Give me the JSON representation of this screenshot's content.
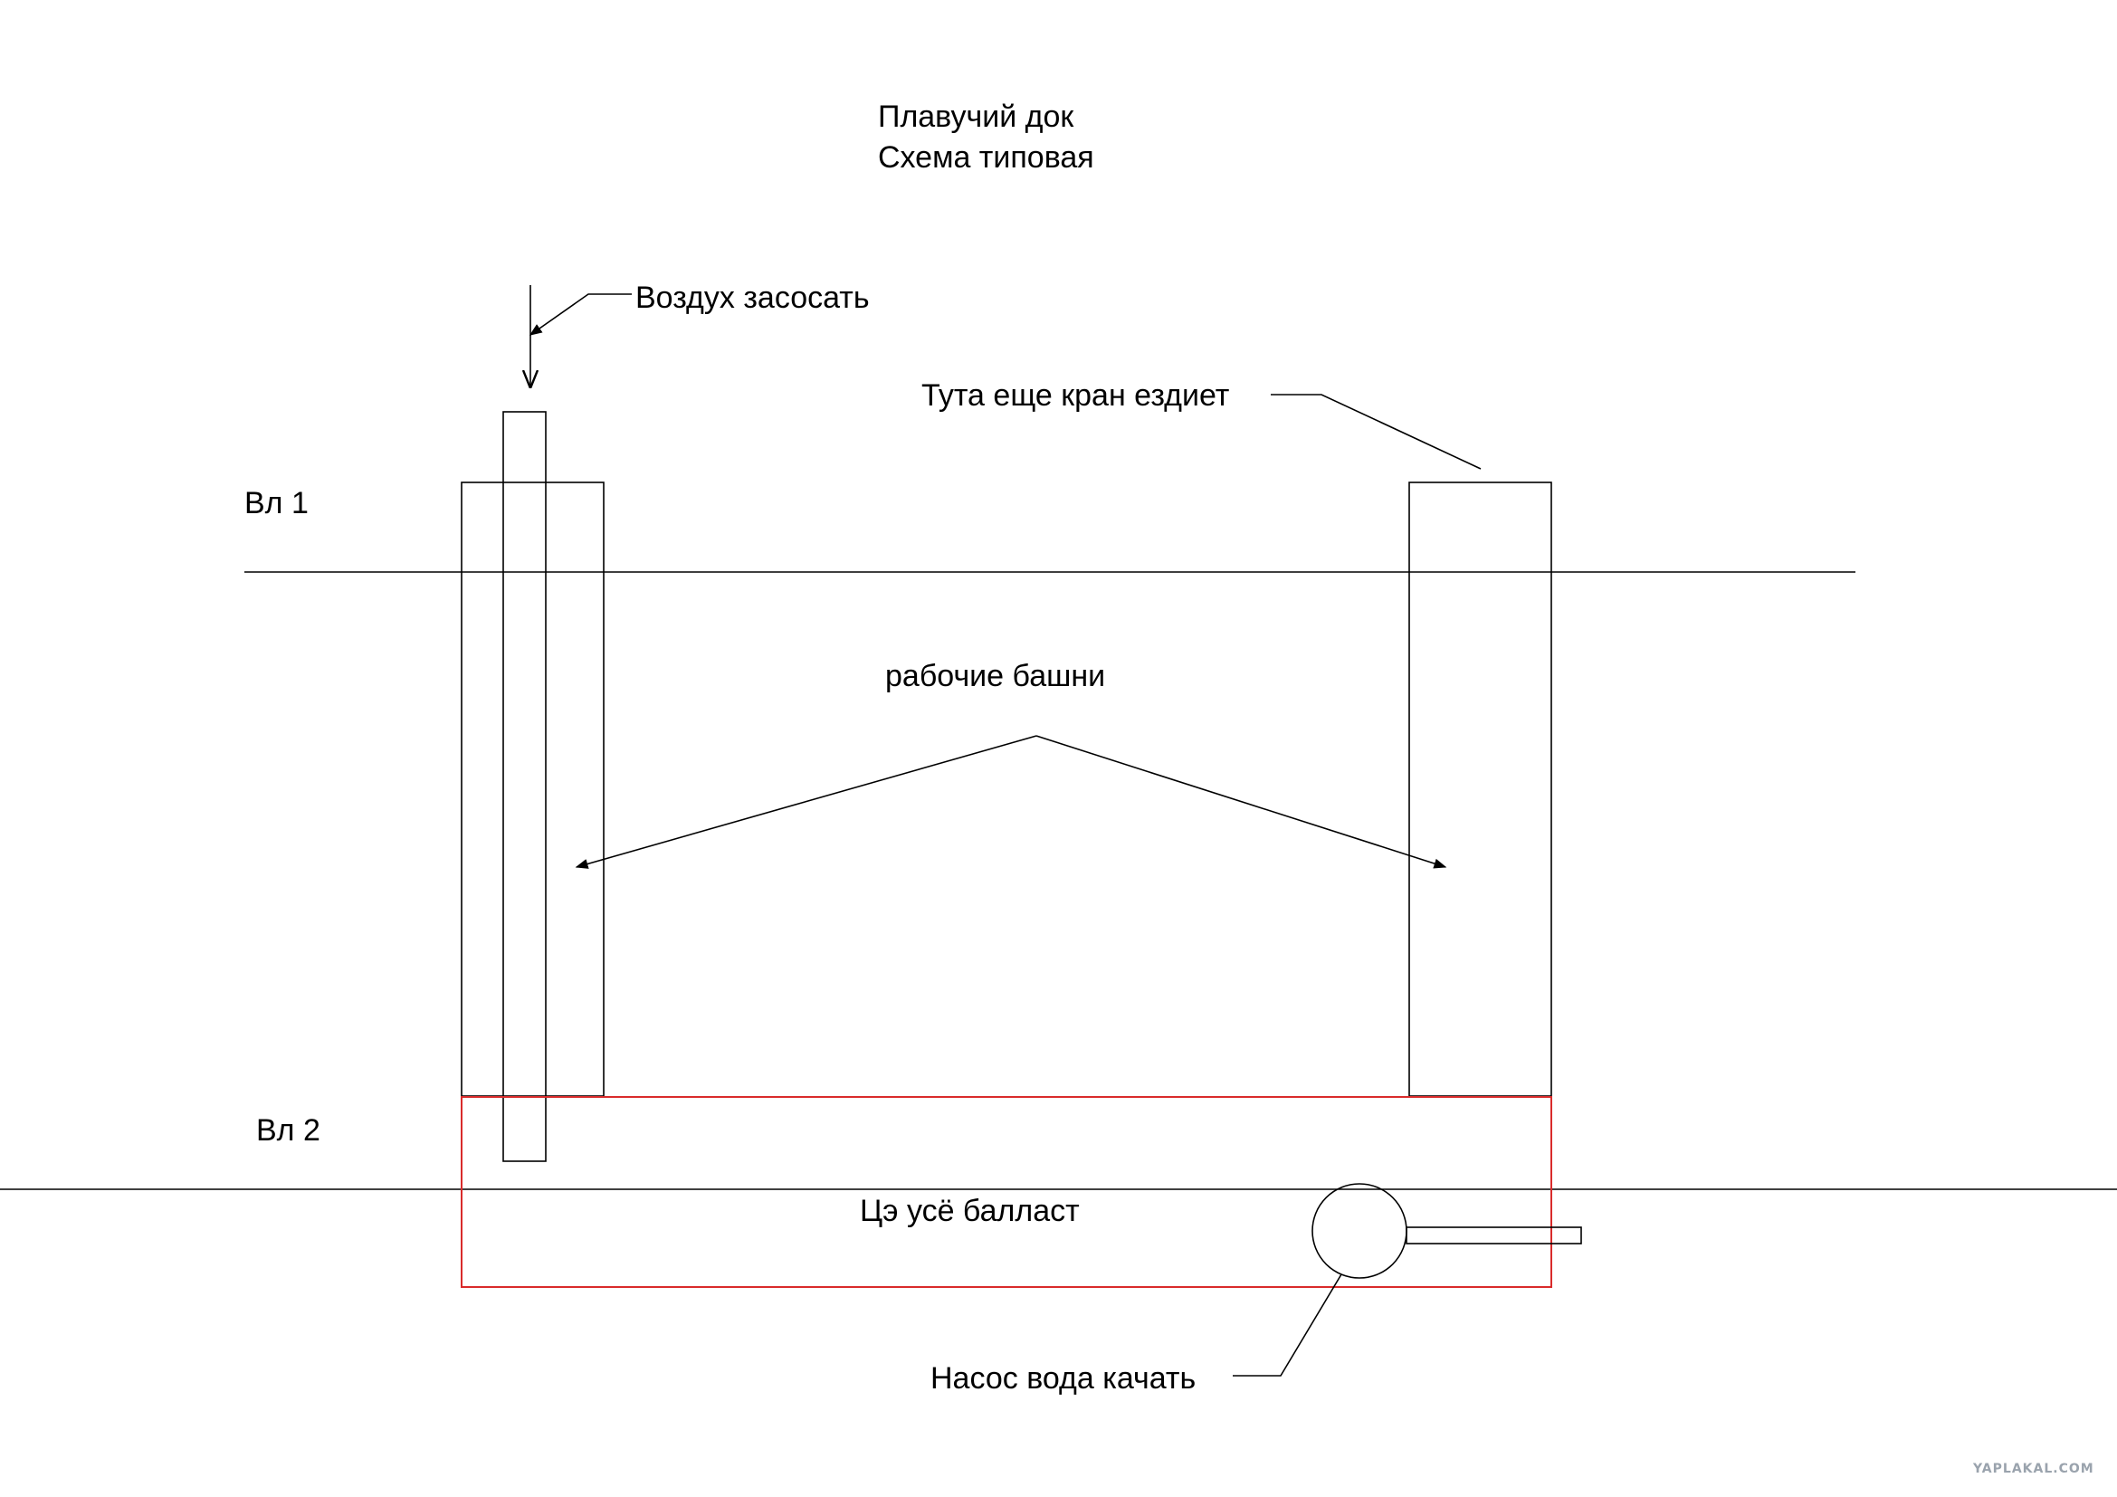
{
  "title": {
    "line1": "Плавучий док",
    "line2": "Схема типовая"
  },
  "labels": {
    "air": "Воздух засосать",
    "crane": "Тута еще кран ездиет",
    "waterline1": "Вл 1",
    "waterline2": "Вл 2",
    "towers": "рабочие башни",
    "ballast": "Цэ усё балласт",
    "pump": "Насос вода качать"
  },
  "watermark": "YAPLAKAL.COM",
  "colors": {
    "lines": "#000000",
    "ballast": "#d92b2b",
    "watermark": "#9aa3ad"
  }
}
